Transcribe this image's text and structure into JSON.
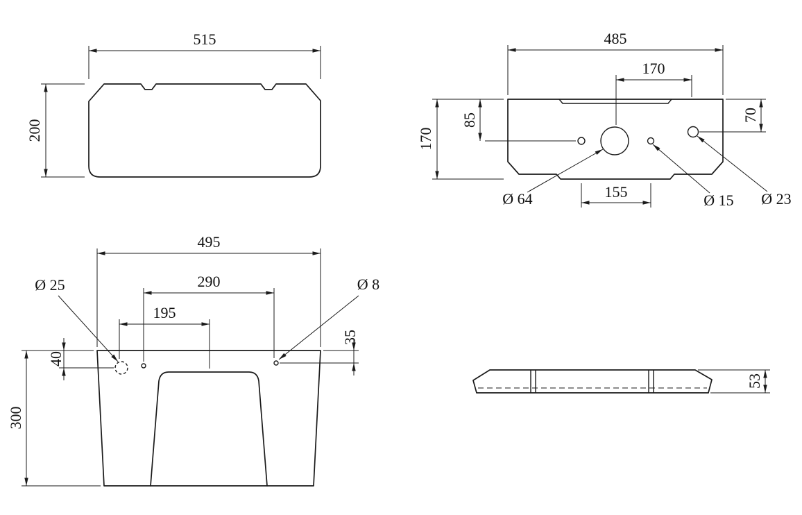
{
  "drawing": {
    "front_view": {
      "width_mm": "515",
      "height_mm": "200"
    },
    "top_view": {
      "width_mm": "485",
      "top_offset_mm": "170",
      "depth_mm": "170",
      "hole_row_offset_mm": "85",
      "right_hole_offset_mm": "70",
      "hole_spacing_mm": "155",
      "large_hole_dia": "Ø 64",
      "small_hole_dia": "Ø 15",
      "medium_hole_dia": "Ø 23"
    },
    "back_view": {
      "width_mm": "495",
      "outer_spacing_mm": "290",
      "inner_spacing_mm": "195",
      "height_mm": "300",
      "left_hole_drop_mm": "40",
      "right_hole_drop_mm": "35",
      "left_hole_dia": "Ø 25",
      "right_hole_dia": "Ø 8"
    },
    "side_view": {
      "thickness_mm": "53"
    }
  },
  "colors": {
    "line": "#1a1a1a",
    "background": "#ffffff"
  }
}
